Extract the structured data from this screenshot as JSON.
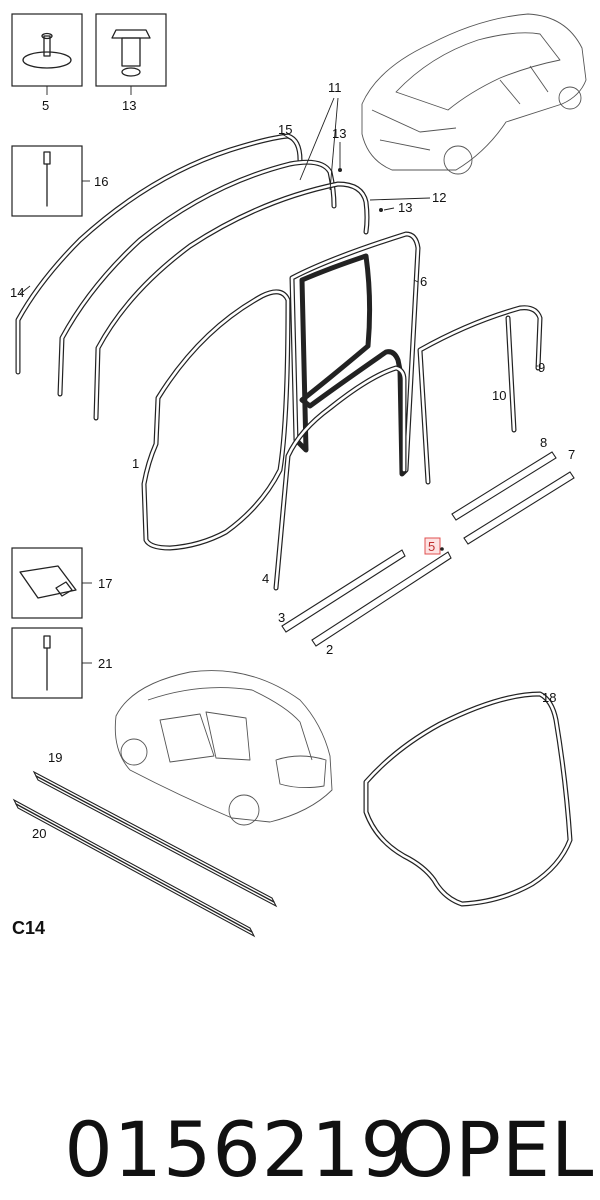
{
  "diagram": {
    "callouts": {
      "c1": "1",
      "c2": "2",
      "c3": "3",
      "c4": "4",
      "c5_box": "5",
      "c5_inline": "5",
      "c6": "6",
      "c7": "7",
      "c8": "8",
      "c9": "9",
      "c10": "10",
      "c11": "11",
      "c12": "12",
      "c13_box": "13",
      "c13_a": "13",
      "c13_b": "13",
      "c14": "14",
      "c15": "15",
      "c16": "16",
      "c17": "17",
      "c18": "18",
      "c19": "19",
      "c20": "20",
      "c21": "21"
    },
    "section_code": "C14",
    "highlight_color": "#e05050"
  },
  "footer": {
    "part_number": "0156219",
    "brand": "OPEL"
  }
}
